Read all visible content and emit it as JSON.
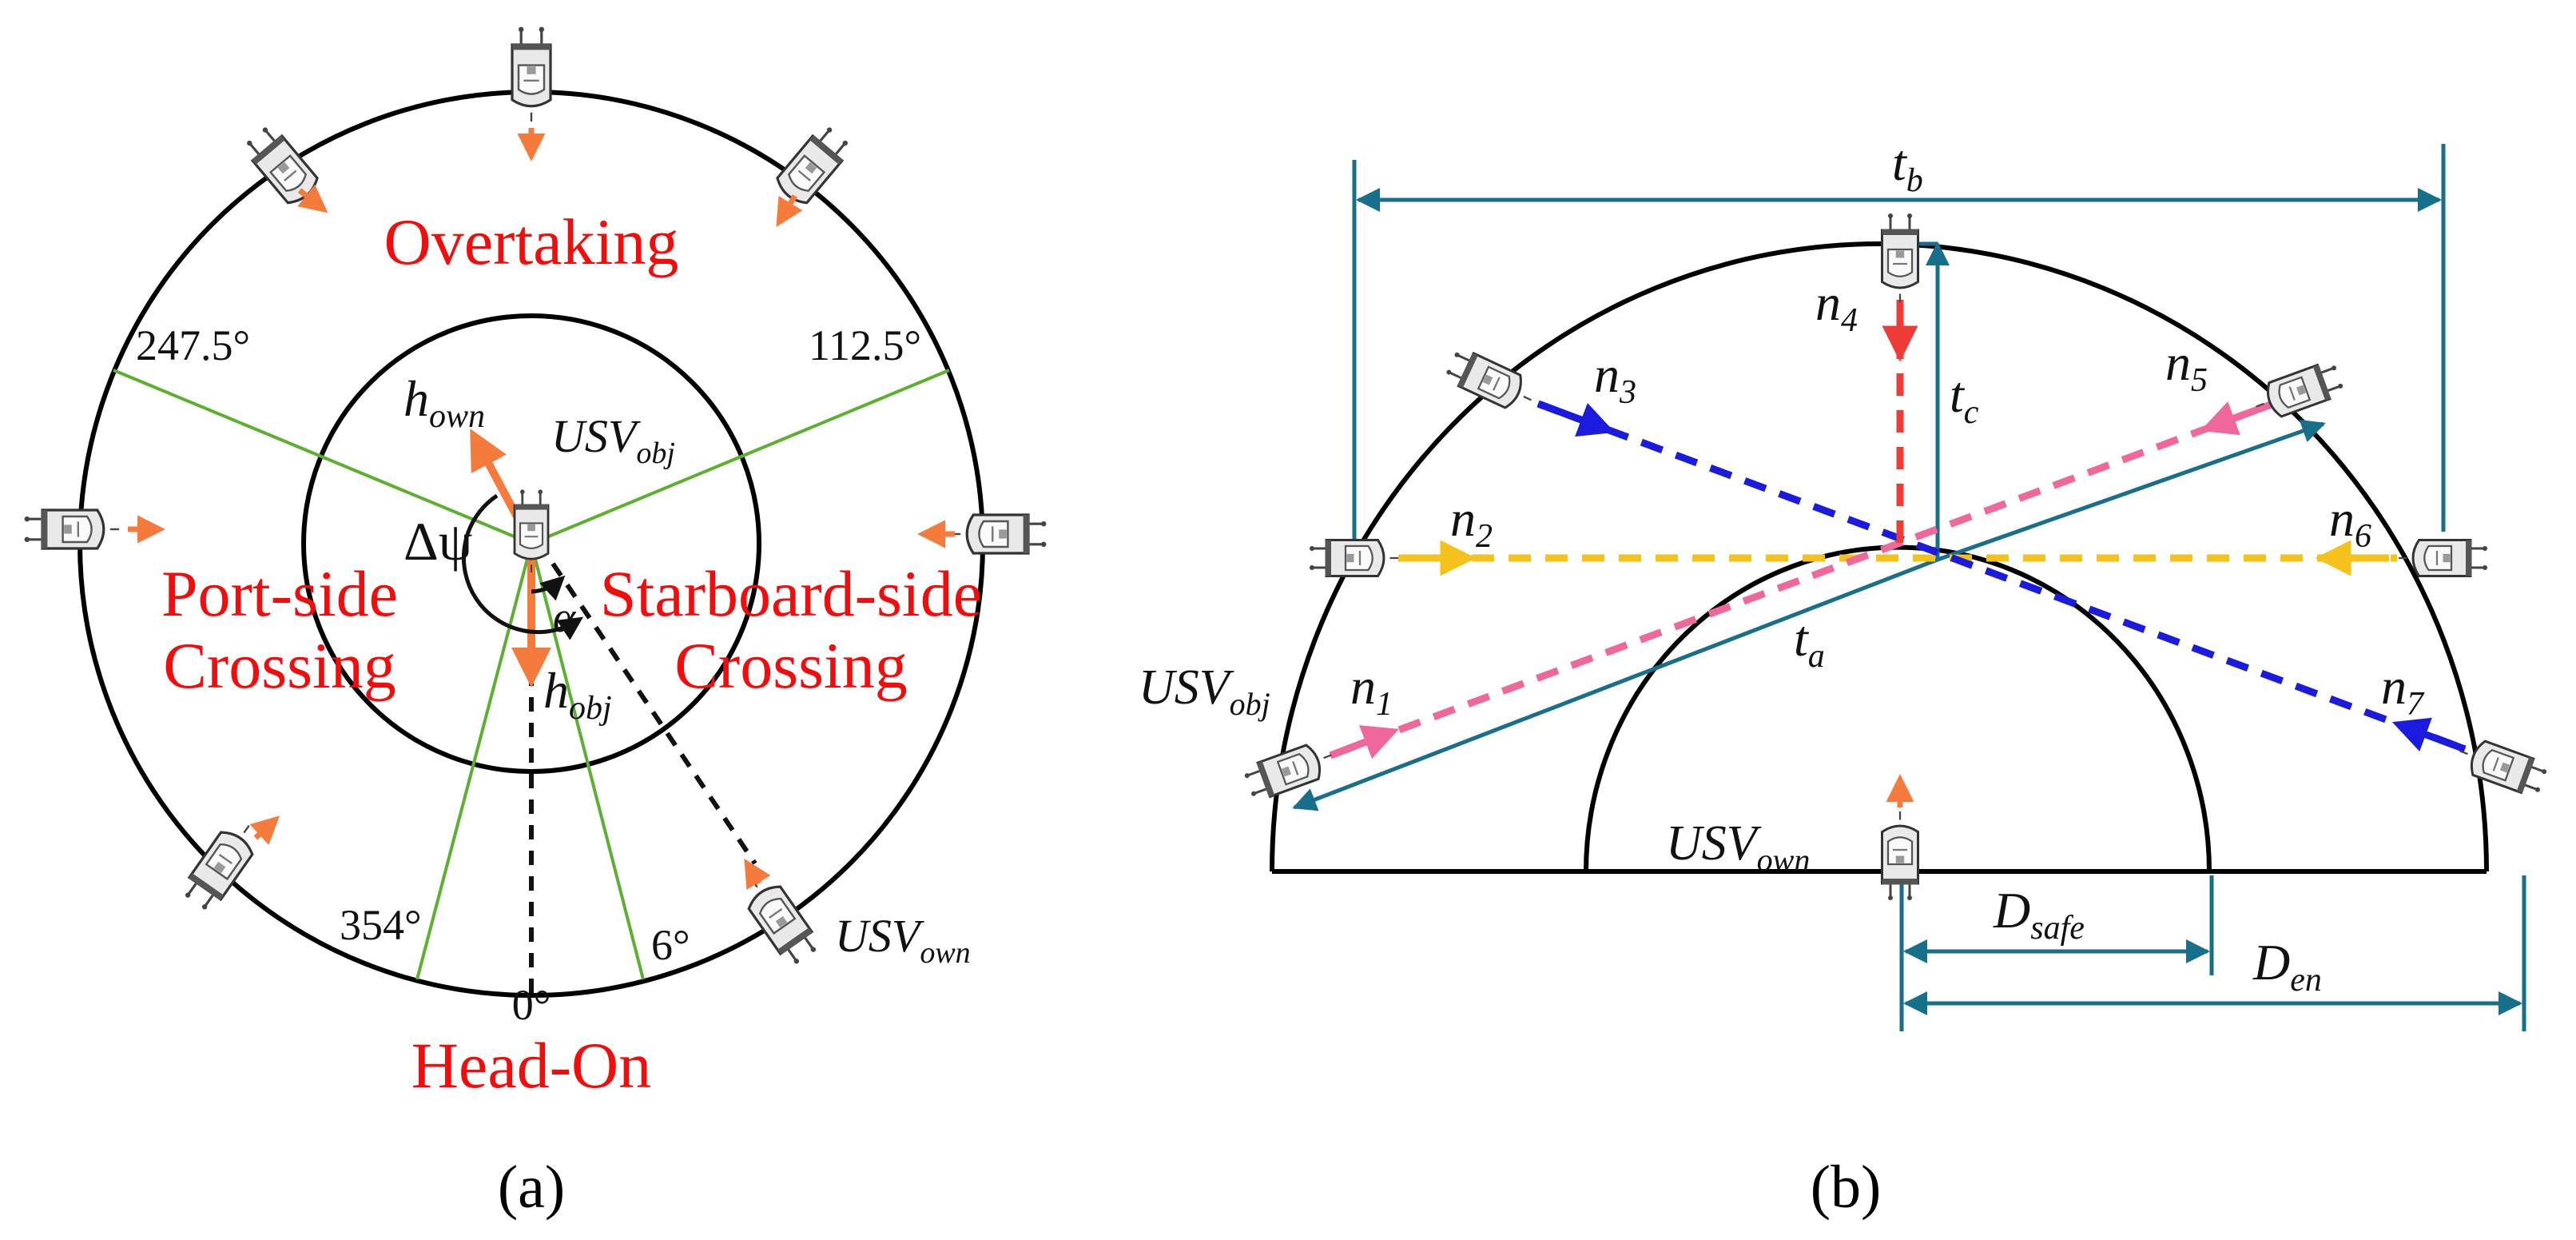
{
  "panel_a": {
    "caption": "(a)",
    "sectors": {
      "overtaking": "Overtaking",
      "port_1": "Port-side",
      "port_2": "Crossing",
      "starboard_1": "Starboard-side",
      "starboard_2": "Crossing",
      "head_on": "Head-On"
    },
    "angles": {
      "a247": "247.5°",
      "a112": "112.5°",
      "a354": "354°",
      "a6": "6°",
      "a0": "0°"
    },
    "symbols": {
      "h": "h",
      "own": "own",
      "obj": "obj",
      "usv": "USV",
      "delta_psi": "Δψ",
      "alpha": "α"
    }
  },
  "panel_b": {
    "caption": "(b)",
    "symbols": {
      "t": "t",
      "a": "a",
      "b": "b",
      "c": "c",
      "n": "n",
      "i1": "1",
      "i2": "2",
      "i3": "3",
      "i4": "4",
      "i5": "5",
      "i6": "6",
      "i7": "7",
      "usv": "USV",
      "obj": "obj",
      "own": "own",
      "d": "D",
      "safe": "safe",
      "en": "en"
    }
  },
  "colors": {
    "orange": "#f47b3b",
    "red_text": "#f20d0d",
    "green": "#5bb030",
    "teal": "#176f8b",
    "blue": "#1b1be0",
    "pink": "#f0679c",
    "yellow": "#f5c21b",
    "red_dash": "#ef3b36"
  }
}
